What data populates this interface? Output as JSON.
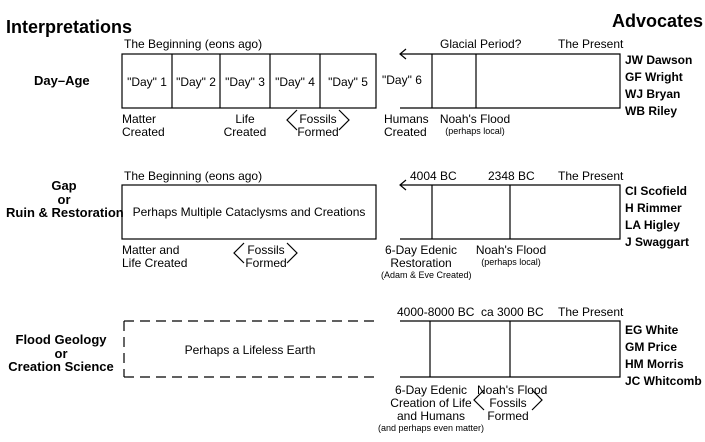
{
  "headers": {
    "interpretations": "Interpretations",
    "advocates": "Advocates"
  },
  "rows": [
    {
      "title_lines": [
        "Day–Age"
      ],
      "left_top": "The Beginning (eons ago)",
      "days": [
        "\"Day\" 1",
        "\"Day\" 2",
        "\"Day\" 3",
        "\"Day\" 4",
        "\"Day\" 5"
      ],
      "day6": "\"Day\" 6",
      "right_top": {
        "mid": "Glacial Period?",
        "present": "The Present"
      },
      "left_bottom": [
        [
          "Matter",
          "Created"
        ],
        [
          "Life",
          "Created"
        ]
      ],
      "fossils": [
        "Fossils",
        "Formed"
      ],
      "right_bottom": {
        "a": [
          "Humans",
          "Created"
        ],
        "b": "Noah's Flood",
        "b_sub": "(perhaps local)"
      },
      "advocates": [
        "JW Dawson",
        "GF Wright",
        "WJ Bryan",
        "WB Riley"
      ]
    },
    {
      "title_lines": [
        "Gap",
        "or",
        "Ruin & Restoration"
      ],
      "left_top": "The Beginning (eons ago)",
      "box_text": "Perhaps Multiple Cataclysms and Creations",
      "right_top": {
        "date1": "4004 BC",
        "date2": "2348 BC",
        "present": "The Present"
      },
      "left_bottom": [
        "Matter and",
        "Life Created"
      ],
      "fossils": [
        "Fossils",
        "Formed"
      ],
      "right_bottom": {
        "a": [
          "6-Day Edenic",
          "Restoration"
        ],
        "a_sub": "(Adam & Eve Created)",
        "b": "Noah's Flood",
        "b_sub": "(perhaps local)"
      },
      "advocates": [
        "CI Scofield",
        "H Rimmer",
        "LA Higley",
        "J Swaggart"
      ]
    },
    {
      "title_lines": [
        "Flood Geology",
        "or",
        "Creation Science"
      ],
      "box_text": "Perhaps a Lifeless Earth",
      "right_top": {
        "date1": "4000-8000 BC",
        "date2": "ca 3000 BC",
        "present": "The Present"
      },
      "right_bottom": {
        "a": [
          "6-Day Edenic",
          "Creation of Life",
          "and Humans"
        ],
        "a_sub": "(and perhaps even matter)",
        "b": "Noah's Flood"
      },
      "fossils": [
        "Fossils",
        "Formed"
      ],
      "advocates": [
        "EG White",
        "GM Price",
        "HM Morris",
        "JC Whitcomb"
      ]
    }
  ]
}
